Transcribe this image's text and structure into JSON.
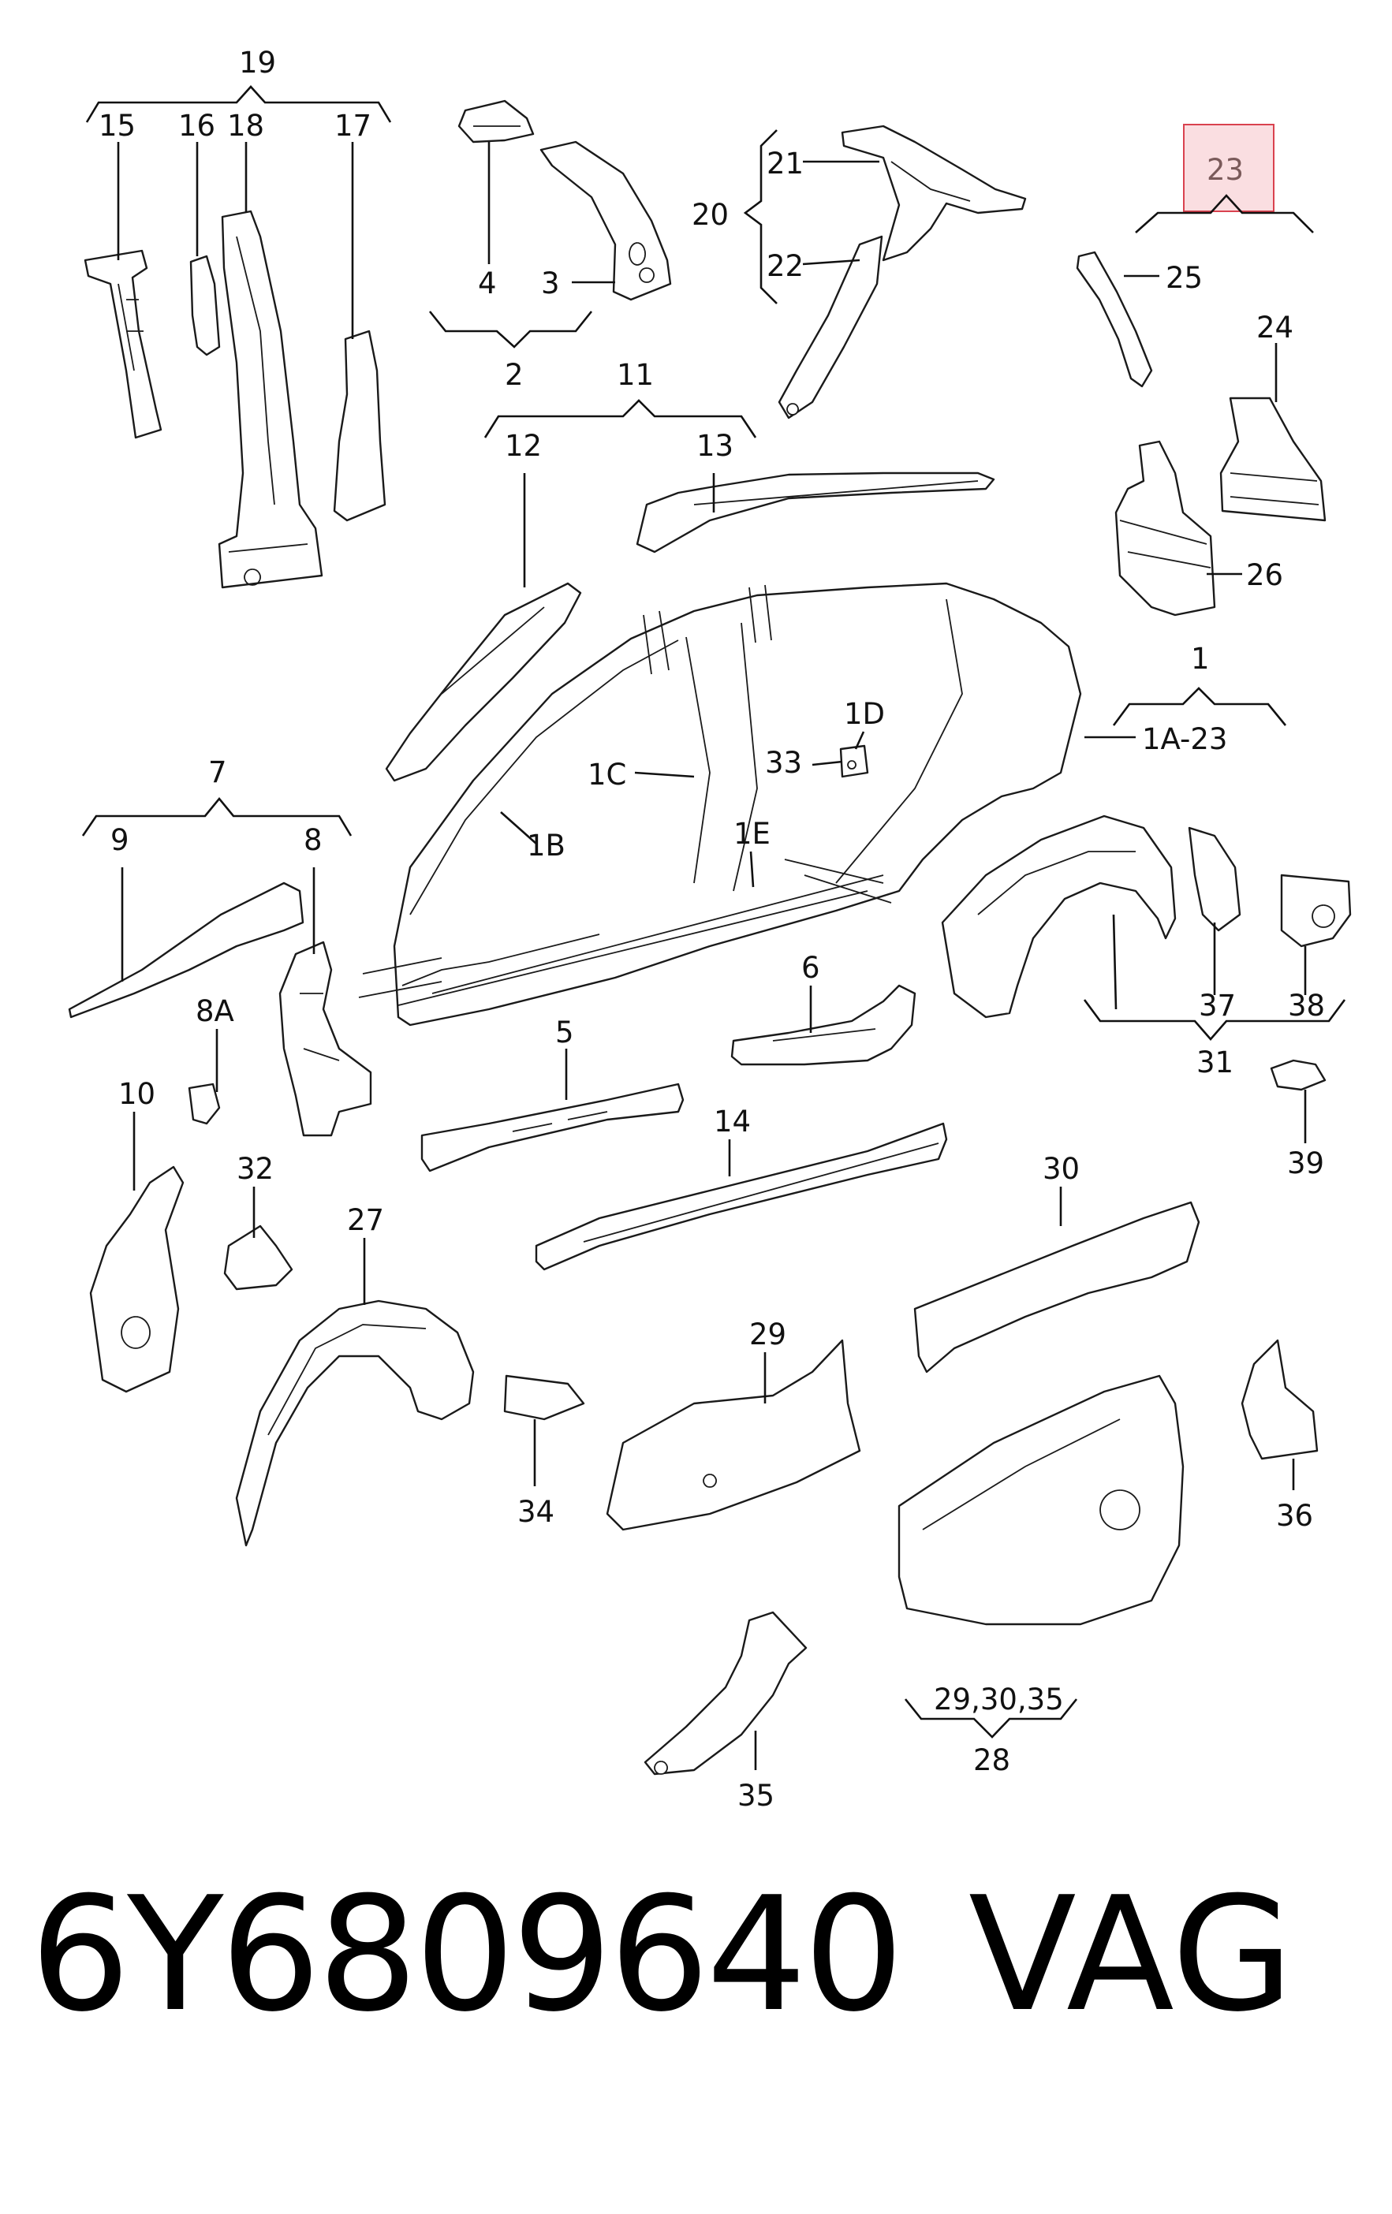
{
  "highlight_color": "#d9424f",
  "labels": {
    "l1": "1",
    "l1a23": "1A-23",
    "l1b": "1B",
    "l1c": "1C",
    "l1d": "1D",
    "l1e": "1E",
    "l2": "2",
    "l3": "3",
    "l4": "4",
    "l5": "5",
    "l6": "6",
    "l7": "7",
    "l8": "8",
    "l8a": "8A",
    "l9": "9",
    "l10": "10",
    "l11": "11",
    "l12": "12",
    "l13": "13",
    "l14": "14",
    "l15": "15",
    "l16": "16",
    "l17": "17",
    "l18": "18",
    "l19": "19",
    "l20": "20",
    "l21": "21",
    "l22": "22",
    "l23": "23",
    "l24": "24",
    "l25": "25",
    "l26": "26",
    "l27": "27",
    "l28": "28",
    "l293035": "29,30,35",
    "l29": "29",
    "l30": "30",
    "l31": "31",
    "l32": "32",
    "l33": "33",
    "l34": "34",
    "l35": "35",
    "l36": "36",
    "l37": "37",
    "l38": "38",
    "l39": "39"
  },
  "footer": {
    "part_number": "6Y6809640",
    "brand": "VAG"
  }
}
